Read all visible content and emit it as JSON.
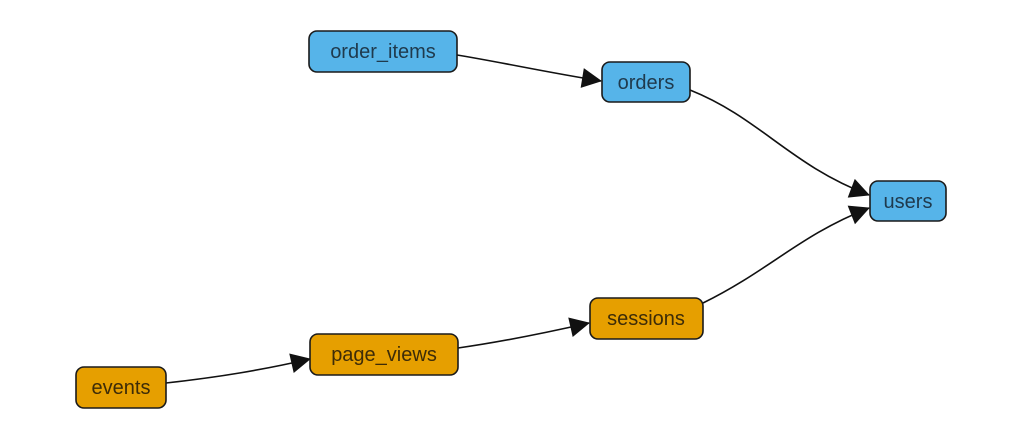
{
  "colors": {
    "blue": "#56b4e9",
    "orange": "#e69f00",
    "edge": "#111111"
  },
  "nodes": {
    "order_items": {
      "label": "order_items",
      "color": "blue"
    },
    "orders": {
      "label": "orders",
      "color": "blue"
    },
    "users": {
      "label": "users",
      "color": "blue"
    },
    "events": {
      "label": "events",
      "color": "orange"
    },
    "page_views": {
      "label": "page_views",
      "color": "orange"
    },
    "sessions": {
      "label": "sessions",
      "color": "orange"
    }
  },
  "edges": [
    {
      "from": "order_items",
      "to": "orders"
    },
    {
      "from": "orders",
      "to": "users"
    },
    {
      "from": "events",
      "to": "page_views"
    },
    {
      "from": "page_views",
      "to": "sessions"
    },
    {
      "from": "sessions",
      "to": "users"
    }
  ]
}
